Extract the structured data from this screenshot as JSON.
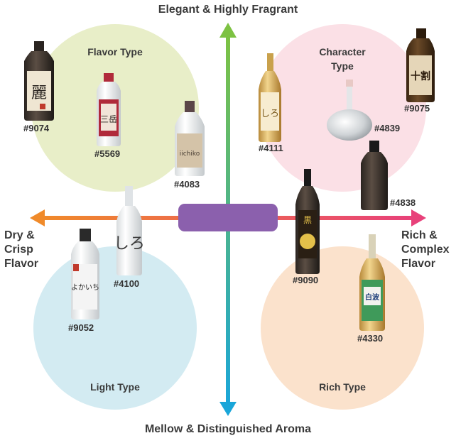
{
  "axes": {
    "top": "Elegant & Highly Fragrant",
    "bottom": "Mellow & Distinguished Aroma",
    "left": "Dry &\nCrisp\nFlavor",
    "right": "Rich &\nComplex\nFlavor"
  },
  "zones": {
    "top_left": "Flavor Type",
    "top_right": "Character\nType",
    "bottom_left": "Light Type",
    "bottom_right": "Rich Type"
  },
  "colors": {
    "zone_top_left": "#e8eec8",
    "zone_top_right": "#fbe0e6",
    "zone_bottom_left": "#d3ebf2",
    "zone_bottom_right": "#fbe2cc",
    "arrow_up": "#7dc242",
    "arrow_down": "#1aa6d9",
    "arrow_left": "#f08a2a",
    "arrow_right": "#e8417a",
    "center_box": "#8b60ad"
  },
  "products": [
    {
      "code": "#9074",
      "label_text": "麗",
      "icon": "bottle-icon"
    },
    {
      "code": "#5569",
      "label_text": "三岳",
      "icon": "bottle-icon"
    },
    {
      "code": "#4083",
      "label_text": "iichiko",
      "icon": "bottle-icon"
    },
    {
      "code": "#4111",
      "label_text": "しろ",
      "icon": "bottle-icon"
    },
    {
      "code": "#4839",
      "label_text": "",
      "icon": "flask-bottle-icon"
    },
    {
      "code": "#9075",
      "label_text": "十割",
      "icon": "bottle-icon"
    },
    {
      "code": "#4838",
      "label_text": "",
      "icon": "bottle-icon"
    },
    {
      "code": "#4100",
      "label_text": "しろ",
      "icon": "bottle-icon"
    },
    {
      "code": "#9052",
      "label_text": "よかいち",
      "icon": "bottle-icon"
    },
    {
      "code": "#9090",
      "label_text": "黒",
      "icon": "bottle-icon"
    },
    {
      "code": "#4330",
      "label_text": "白波",
      "icon": "bottle-icon"
    }
  ]
}
